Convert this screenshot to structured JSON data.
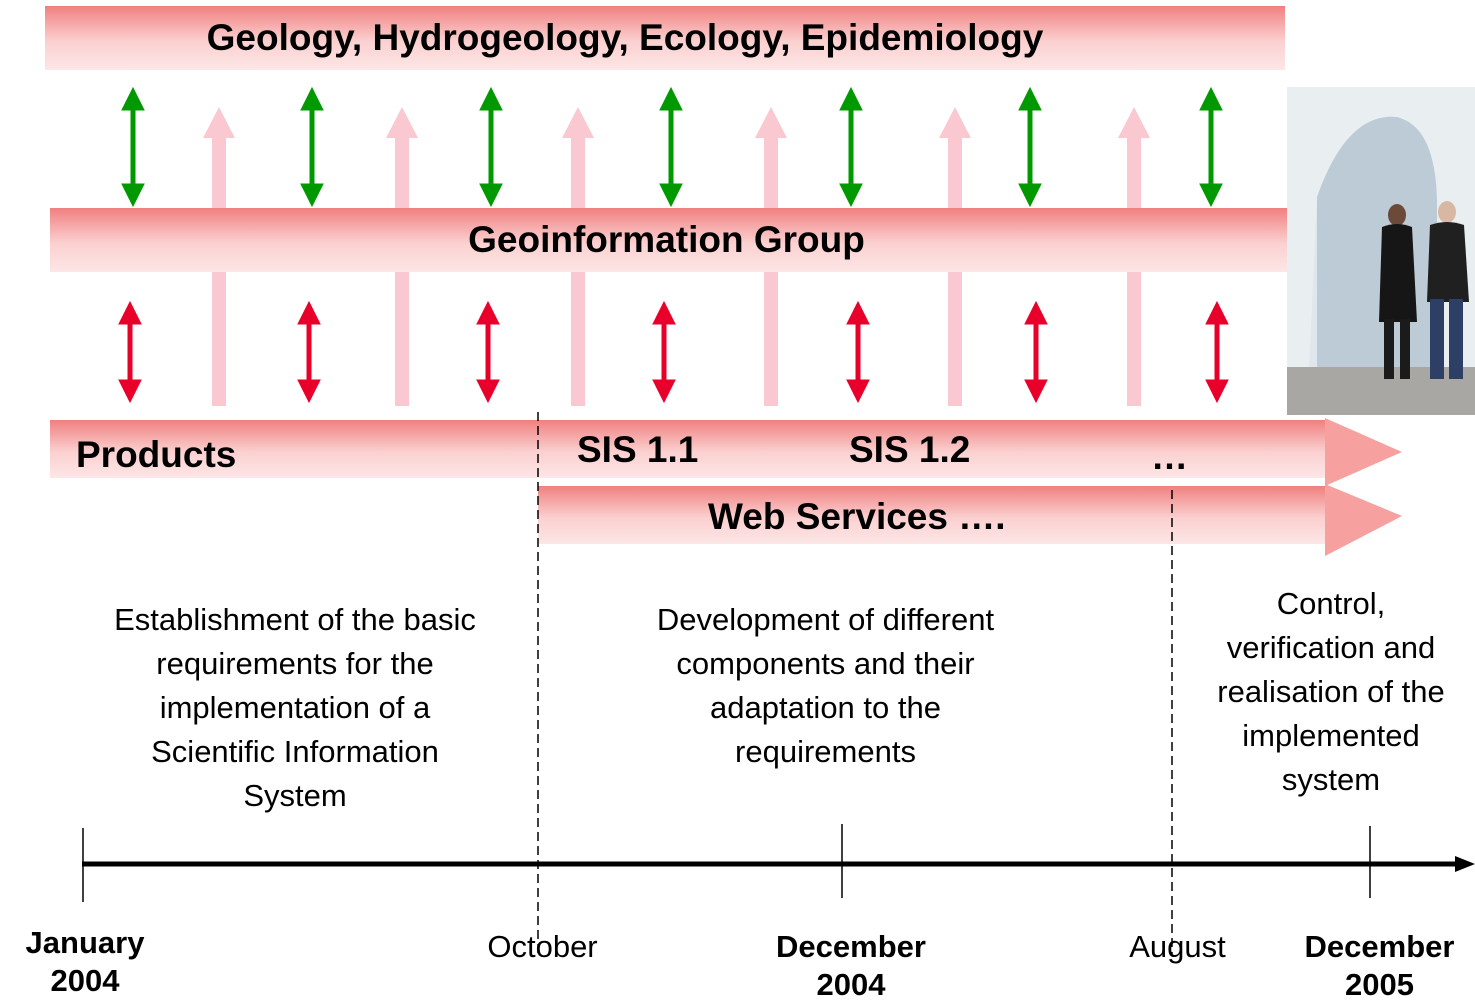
{
  "bands": {
    "disciplines": "Geology, Hydrogeology, Ecology, Epidemiology",
    "group": "Geoinformation Group",
    "products": "Products",
    "sis11": "SIS 1.1",
    "sis12": "SIS 1.2",
    "more": "…",
    "web_services": "Web Services …."
  },
  "phases": [
    "Establishment of the basic\nrequirements for the\nimplementation of a\nScientific Information\nSystem",
    "Development of different\ncomponents and their\nadaptation to the\nrequirements",
    "Control,\nverification and\nrealisation of the\nimplemented\nsystem"
  ],
  "timeline": {
    "jan2004": "January\n2004",
    "oct": "October",
    "dec2004": "December\n2004",
    "aug": "August",
    "dec2005": "December\n2005"
  },
  "colors": {
    "band_dark": "#f08080",
    "band_light": "#fde6e6",
    "green_arrow": "#009900",
    "red_arrow": "#e8002a",
    "pale_arrow": "#f9c8d0"
  }
}
